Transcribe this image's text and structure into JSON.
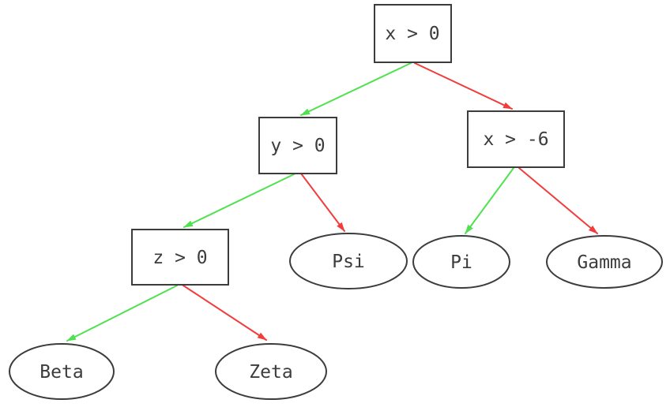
{
  "diagram": {
    "type": "decision-tree",
    "nodes": [
      {
        "id": "n0",
        "label": "x > 0",
        "shape": "box"
      },
      {
        "id": "n1",
        "label": "y > 0",
        "shape": "box"
      },
      {
        "id": "n2",
        "label": "x > -6",
        "shape": "box"
      },
      {
        "id": "n3",
        "label": "z > 0",
        "shape": "box"
      },
      {
        "id": "n4",
        "label": "Psi",
        "shape": "ellipse"
      },
      {
        "id": "n5",
        "label": "Pi",
        "shape": "ellipse"
      },
      {
        "id": "n6",
        "label": "Gamma",
        "shape": "ellipse"
      },
      {
        "id": "n7",
        "label": "Beta",
        "shape": "ellipse"
      },
      {
        "id": "n8",
        "label": "Zeta",
        "shape": "ellipse"
      }
    ],
    "edges": [
      {
        "from": "x > 0",
        "to": "y > 0",
        "branch": "true"
      },
      {
        "from": "x > 0",
        "to": "x > -6",
        "branch": "false"
      },
      {
        "from": "y > 0",
        "to": "z > 0",
        "branch": "true"
      },
      {
        "from": "y > 0",
        "to": "Psi",
        "branch": "false"
      },
      {
        "from": "x > -6",
        "to": "Pi",
        "branch": "true"
      },
      {
        "from": "x > -6",
        "to": "Gamma",
        "branch": "false"
      },
      {
        "from": "z > 0",
        "to": "Beta",
        "branch": "true"
      },
      {
        "from": "z > 0",
        "to": "Zeta",
        "branch": "false"
      }
    ],
    "colors": {
      "true_edge": "#50e150",
      "false_edge": "#f23c3c",
      "node_border": "#3c3c3c",
      "node_fill": "#ffffff",
      "text": "#3c3c3c",
      "background": "#ffffff"
    }
  }
}
